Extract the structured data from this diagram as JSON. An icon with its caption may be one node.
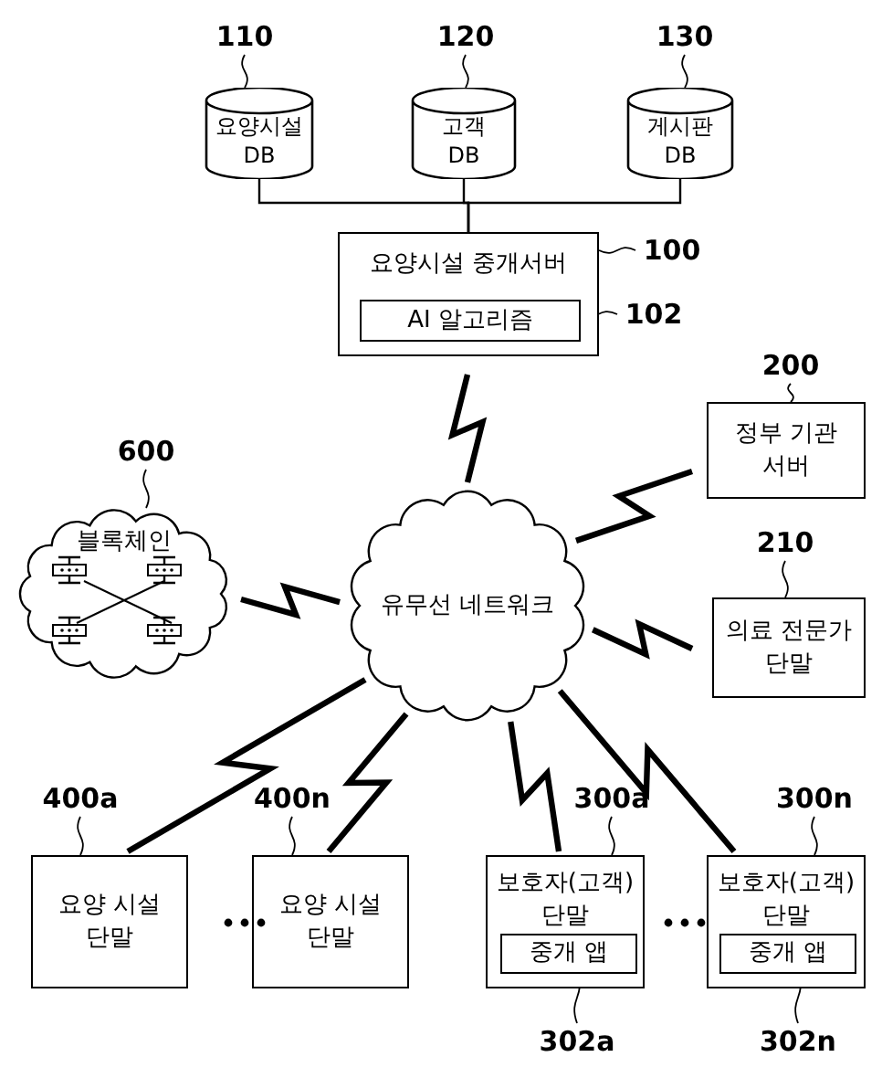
{
  "diagram": {
    "nodes": [
      {
        "text": [
          "110"
        ]
      },
      {
        "text": [
          "120"
        ]
      },
      {
        "text": [
          "130"
        ]
      },
      {
        "text": [
          "요양시설 DB"
        ]
      },
      {
        "text": [
          "고객 DB"
        ]
      },
      {
        "text": [
          "게시판 DB"
        ]
      },
      {
        "text": [
          "요양시설 중개서버"
        ]
      },
      {
        "text": [
          "AI 알고리즘"
        ],
        "in": 6
      },
      {
        "text": [
          "100"
        ]
      },
      {
        "text": [
          "102"
        ]
      },
      {
        "text": [
          "200"
        ]
      },
      {
        "text": [
          "정부 기관 서버"
        ]
      },
      {
        "text": [
          "600"
        ]
      },
      {
        "text": [
          "블록체인"
        ]
      },
      {
        "text": [
          "유무선 네트워크"
        ]
      },
      {
        "text": [
          "210"
        ]
      },
      {
        "text": [
          "의료 전문가 단말"
        ]
      },
      {
        "text": [
          "400a"
        ]
      },
      {
        "text": [
          "400n"
        ]
      },
      {
        "text": [
          "300a"
        ]
      },
      {
        "text": [
          "300n"
        ]
      },
      {
        "text": [
          "요양 시설 단말"
        ]
      },
      {
        "text": [
          "요양 시설 단말"
        ]
      },
      {
        "text": [
          "보호자(고객) 단말"
        ]
      },
      {
        "text": [
          "중개 앱"
        ],
        "in": 23
      },
      {
        "text": [
          "보호자(고객) 단말"
        ]
      },
      {
        "text": [
          "중개 앱"
        ],
        "in": 25
      },
      {
        "text": [
          "302a"
        ]
      },
      {
        "text": [
          "302n"
        ]
      }
    ],
    "edges": [
      {
        "from": 0,
        "to": 3,
        "arrow": "none"
      },
      {
        "from": 1,
        "to": 4,
        "arrow": "none"
      },
      {
        "from": 2,
        "to": 5,
        "arrow": "none"
      },
      {
        "from": 3,
        "to": 6,
        "arrow": "none"
      },
      {
        "from": 4,
        "to": 6,
        "arrow": "none"
      },
      {
        "from": 5,
        "to": 6,
        "arrow": "none"
      },
      {
        "from": 8,
        "to": 6,
        "arrow": "none"
      },
      {
        "from": 9,
        "to": 7,
        "arrow": "none"
      },
      {
        "from": 10,
        "to": 11,
        "arrow": "none"
      },
      {
        "from": 12,
        "to": 13,
        "arrow": "none"
      },
      {
        "from": 15,
        "to": 16,
        "arrow": "none"
      },
      {
        "from": 17,
        "to": 21,
        "arrow": "none"
      },
      {
        "from": 18,
        "to": 22,
        "arrow": "none"
      },
      {
        "from": 19,
        "to": 23,
        "arrow": "none"
      },
      {
        "from": 20,
        "to": 25,
        "arrow": "none"
      },
      {
        "from": 27,
        "to": 24,
        "arrow": "none"
      },
      {
        "from": 28,
        "to": 26,
        "arrow": "none"
      },
      {
        "from": 6,
        "to": 14,
        "arrow": "none",
        "style": "thick"
      },
      {
        "from": 11,
        "to": 14,
        "arrow": "none",
        "style": "thick"
      },
      {
        "from": 13,
        "to": 14,
        "arrow": "none",
        "style": "thick"
      },
      {
        "from": 16,
        "to": 14,
        "arrow": "none",
        "style": "thick"
      },
      {
        "from": 21,
        "to": 14,
        "arrow": "none",
        "style": "thick"
      },
      {
        "from": 22,
        "to": 14,
        "arrow": "none",
        "style": "thick"
      },
      {
        "from": 23,
        "to": 14,
        "arrow": "none",
        "style": "thick"
      },
      {
        "from": 25,
        "to": 14,
        "arrow": "none",
        "style": "thick"
      }
    ]
  }
}
